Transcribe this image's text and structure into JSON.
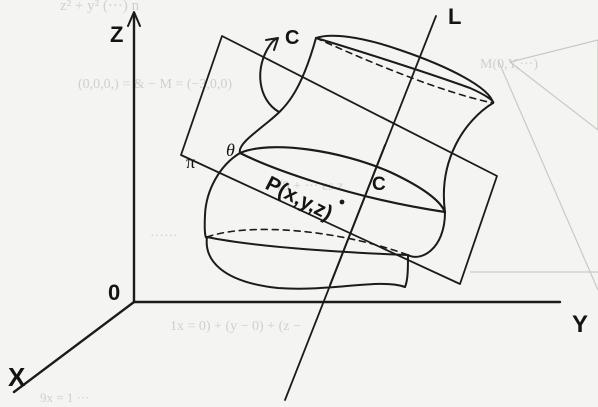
{
  "diagram": {
    "labels": {
      "z_axis": "Z",
      "x_axis": "X",
      "y_axis": "Y",
      "origin": "0",
      "line": "L",
      "curve_top": "C",
      "curve_mid": "C",
      "plane": "π",
      "angle": "θ",
      "point": "P(x,y,z)"
    }
  }
}
